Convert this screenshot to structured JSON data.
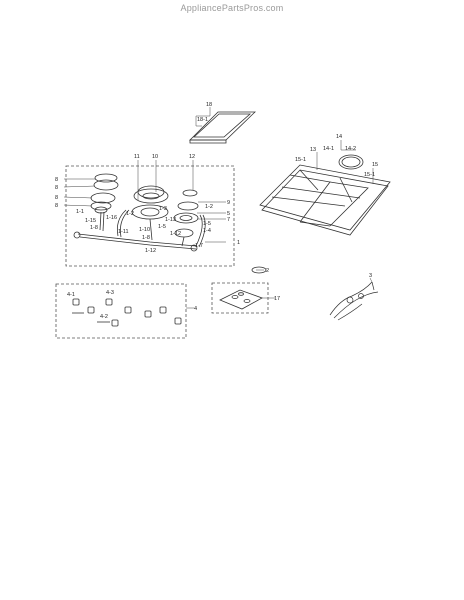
{
  "watermark": "AppliancePartsPros.com",
  "callouts": [
    "18",
    "18-1",
    "11",
    "10",
    "12",
    "13",
    "14",
    "14-1",
    "14-2",
    "15",
    "15-1",
    "15-1",
    "8",
    "8",
    "8",
    "8",
    "1-1",
    "1-16",
    "1-2",
    "1-8",
    "1-15",
    "1-11",
    "1-10",
    "1-8",
    "1-5",
    "1-12",
    "1-3",
    "9",
    "1-2",
    "5",
    "7",
    "1-13",
    "1-5",
    "1-4",
    "1-12",
    "1-7",
    "1",
    "2",
    "3",
    "17",
    "4",
    "4-1",
    "4-3",
    "4-2"
  ],
  "colors": {
    "line": "#333333",
    "callout": "#222222",
    "frame": "#555555"
  }
}
